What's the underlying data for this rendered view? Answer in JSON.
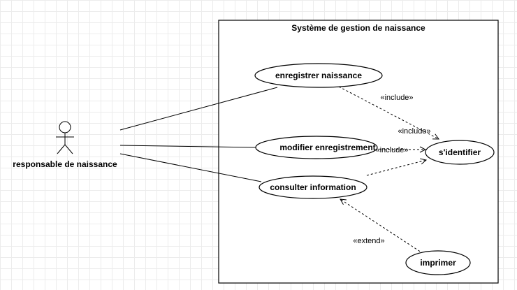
{
  "system": {
    "title": "Système de gestion de naissance"
  },
  "actor": {
    "name": "responsable de naissance"
  },
  "use_cases": {
    "enregistrer": "enregistrer naissance",
    "modifier": "modifier enregistrement",
    "consulter": "consulter information",
    "identifier": "s'identifier",
    "imprimer": "imprimer"
  },
  "relations": {
    "include_1": "«include»",
    "include_2": "«include»",
    "include_3": "«include»",
    "extend": "«extend»"
  }
}
